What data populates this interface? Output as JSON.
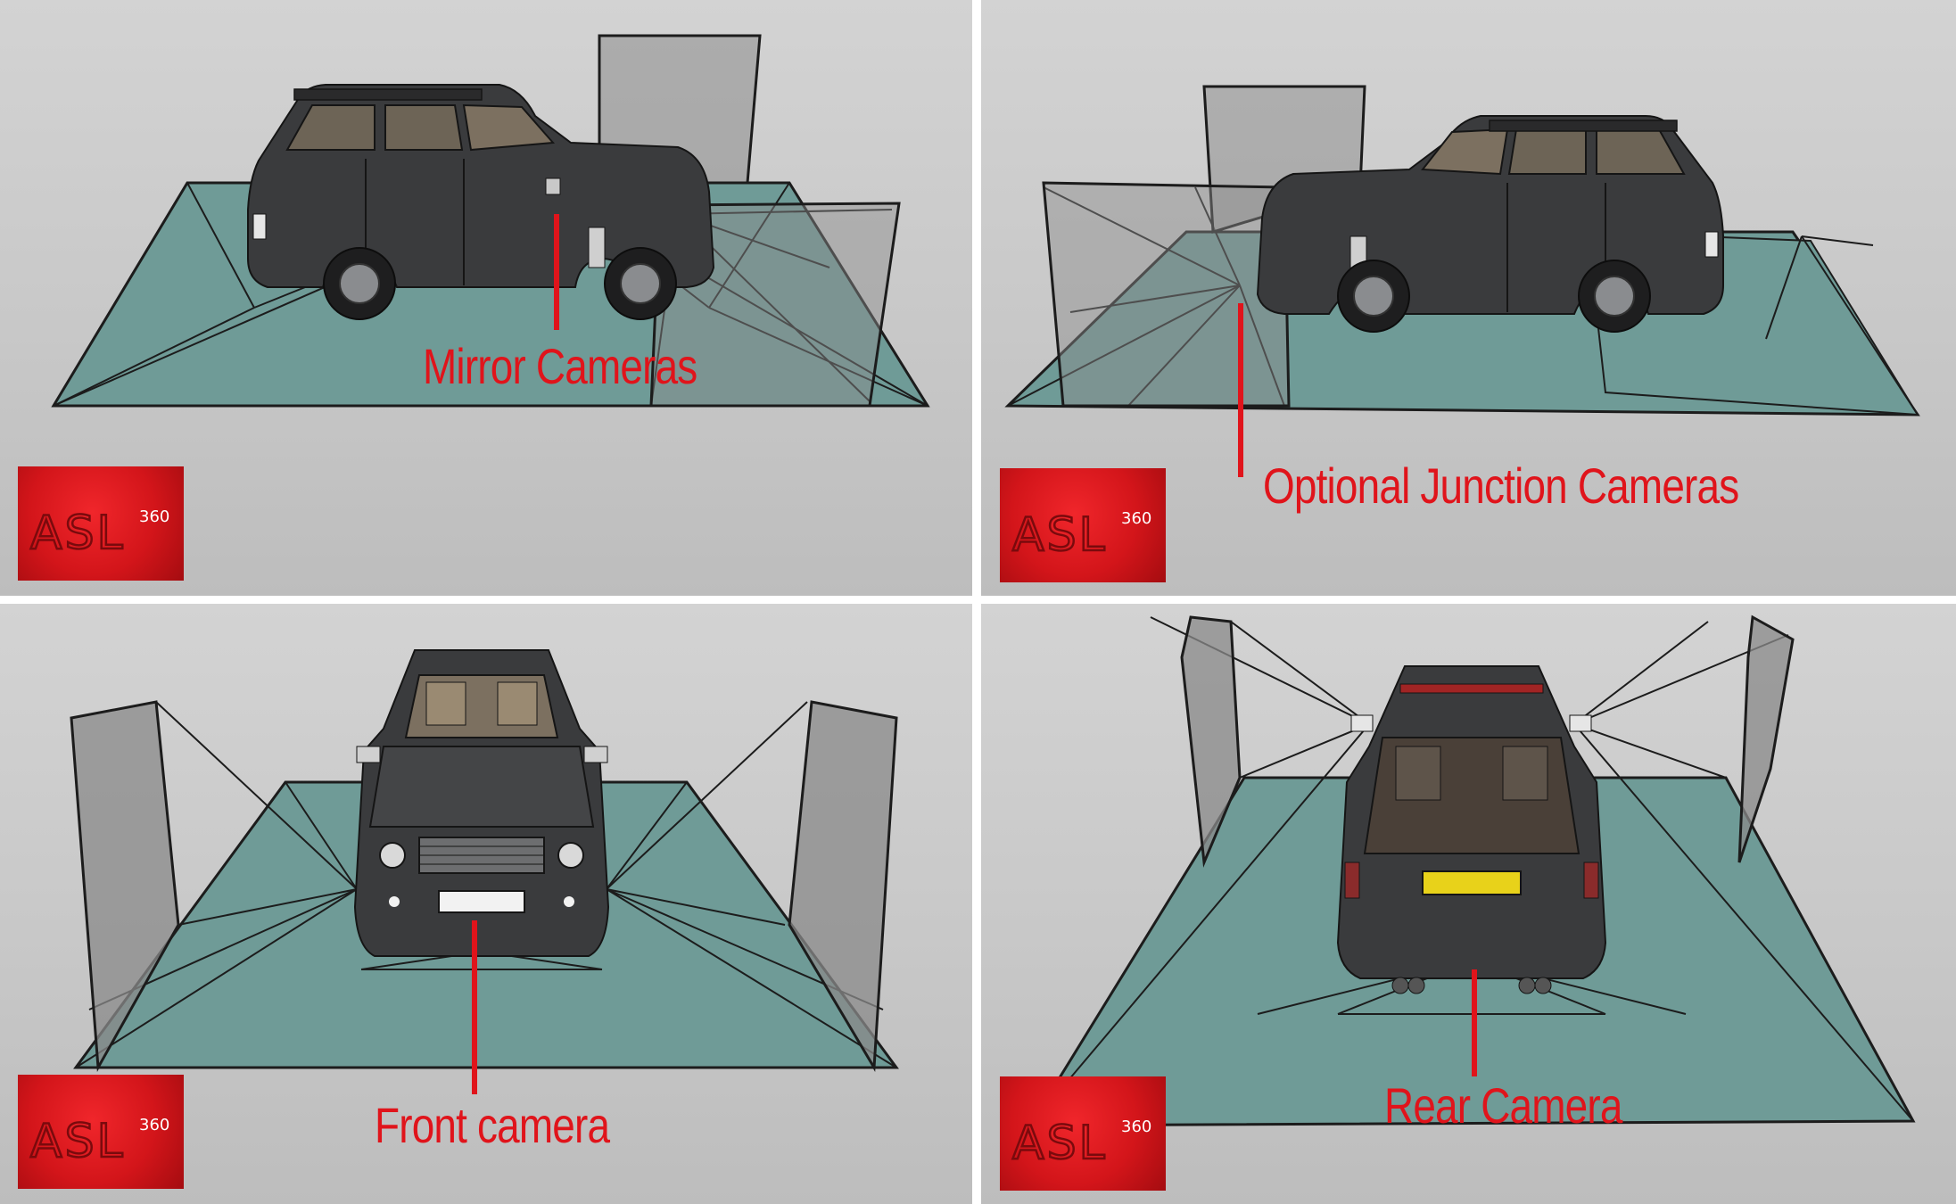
{
  "panels": [
    {
      "callout": "Mirror Cameras"
    },
    {
      "callout": "Optional Junction Cameras"
    },
    {
      "callout": "Front camera"
    },
    {
      "callout": "Rear Camera"
    }
  ],
  "logo": {
    "brand": "ASL",
    "superscript": "360"
  },
  "colors": {
    "ground": "#6f9b97",
    "callout_red": "#e0141b",
    "vehicle": "#3a3b3d",
    "camera_panel": "#8a8a8a"
  }
}
